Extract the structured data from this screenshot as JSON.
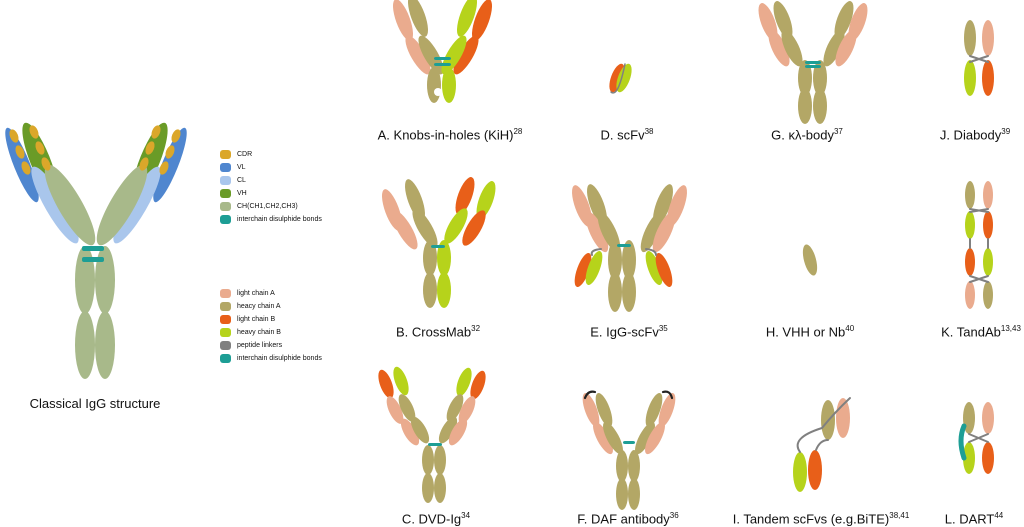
{
  "colors": {
    "cdr": "#dba72a",
    "vl": "#4f86cf",
    "cl": "#a9c6ec",
    "vh": "#6a9b27",
    "ch": "#a8b98a",
    "disulfide": "#1d9e95",
    "light_a": "#eaab8e",
    "heavy_a": "#b3a766",
    "light_b": "#e85f19",
    "heavy_b": "#b6d31b",
    "linker": "#808080",
    "black_ring": "#222222"
  },
  "legend_structure": [
    {
      "label": "CDR",
      "color_key": "cdr"
    },
    {
      "label": "VL",
      "color_key": "vl"
    },
    {
      "label": "CL",
      "color_key": "cl"
    },
    {
      "label": "VH",
      "color_key": "vh"
    },
    {
      "label": "CH(CH1,CH2,CH3)",
      "color_key": "ch"
    },
    {
      "label": "interchain disulphide bonds",
      "color_key": "disulfide"
    }
  ],
  "legend_chains": [
    {
      "label": "light chain A",
      "color_key": "light_a"
    },
    {
      "label": "heacy chain A",
      "color_key": "heavy_a"
    },
    {
      "label": "light chain B",
      "color_key": "light_b"
    },
    {
      "label": "heavy chain B",
      "color_key": "heavy_b"
    },
    {
      "label": "peptide linkers",
      "color_key": "linker"
    },
    {
      "label": "interchain disulphide bonds",
      "color_key": "disulfide"
    }
  ],
  "main_title": "Classical IgG structure",
  "captions": {
    "A": {
      "text": "A. Knobs-in-holes (KiH)",
      "ref": "28"
    },
    "B": {
      "text": "B. CrossMab",
      "ref": "32"
    },
    "C": {
      "text": "C. DVD-Ig",
      "ref": "34"
    },
    "D": {
      "text": "D. scFv",
      "ref": "38"
    },
    "E": {
      "text": "E. IgG-scFv",
      "ref": "35"
    },
    "F": {
      "text": "F. DAF antibody",
      "ref": "36"
    },
    "G": {
      "text": "G. κλ-body",
      "ref": "37"
    },
    "H": {
      "text": "H. VHH or Nb",
      "ref": "40"
    },
    "I": {
      "text": "I. Tandem scFvs (e.g.BiTE)",
      "ref": "38,41"
    },
    "J": {
      "text": "J. Diabody",
      "ref": "39"
    },
    "K": {
      "text": "K. TandAb",
      "ref": "13,43"
    },
    "L": {
      "text": "L. DART",
      "ref": "44"
    }
  }
}
